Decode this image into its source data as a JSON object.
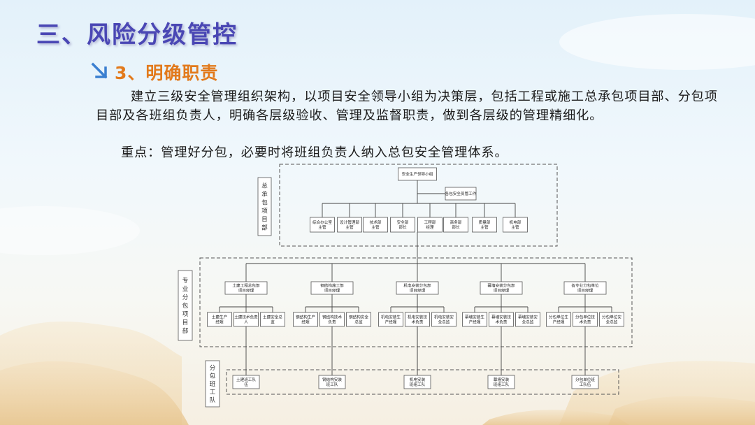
{
  "title": "三、风险分级管控",
  "subtitle": "3、明确职责",
  "para1": "建立三级安全管理组织架构，以项目安全领导小组为决策层，包括工程或施工总承包项目部、分包项目部及各班组负责人，明确各层级验收、管理及监督职责，做到各层级的管理精细化。",
  "para2": "重点：管理好分包，必要时将班组负责人纳入总包安全管理体系。",
  "colors": {
    "title": "#4a47b4",
    "subtitle": "#e27a1c",
    "arrow": "#3a7fd0"
  },
  "org": {
    "group_labels": [
      {
        "id": "g1",
        "text": "总承包项目部"
      },
      {
        "id": "g2",
        "text": "专业分包项目部"
      },
      {
        "id": "g3",
        "text": "分包班工队"
      }
    ],
    "root": "安全生产领导小组",
    "side": "各包安全员管工作",
    "departments": [
      [
        "综合办公室",
        "主管"
      ],
      [
        "设计管理部",
        "主管"
      ],
      [
        "技术部",
        "主管"
      ],
      [
        "安全部",
        "部长"
      ],
      [
        "工程部",
        "经理"
      ],
      [
        "商务部",
        "部长"
      ],
      [
        "质量部",
        "主管"
      ],
      [
        "机电部",
        "主管"
      ]
    ],
    "subcontractors": [
      {
        "title": [
          "土建工程总包部",
          "项目经理"
        ],
        "roles": [
          [
            "土建生产",
            "经理"
          ],
          [
            "土建技术负责",
            "人"
          ],
          [
            "土建安全总",
            "监"
          ]
        ],
        "team": [
          "土建班工队",
          "伍"
        ]
      },
      {
        "title": [
          "钢结构施工部",
          "项目经理"
        ],
        "roles": [
          [
            "钢结构生产",
            "经理"
          ],
          [
            "钢结构技术",
            "负责"
          ],
          [
            "钢结构安全",
            "总监"
          ]
        ],
        "team": [
          "钢结构安装",
          "班工队"
        ]
      },
      {
        "title": [
          "机电安装分包部",
          "项目经理"
        ],
        "roles": [
          [
            "机电安装生",
            "产经理"
          ],
          [
            "机电安装技",
            "术负责"
          ],
          [
            "机电安装安",
            "全总监"
          ]
        ],
        "team": [
          "机电安装",
          "班组工队"
        ]
      },
      {
        "title": [
          "幕墙安装分包部",
          "项目经理"
        ],
        "roles": [
          [
            "幕墙安装生",
            "产经理"
          ],
          [
            "幕墙安装技",
            "术负责"
          ],
          [
            "幕墙安装安",
            "全总监"
          ]
        ],
        "team": [
          "幕墙安装",
          "班组工队"
        ]
      },
      {
        "title": [
          "各专业分包单位",
          "项目经理"
        ],
        "roles": [
          [
            "分包单位生",
            "产经理"
          ],
          [
            "分包单位技",
            "术负责"
          ],
          [
            "分包单位安",
            "全总监"
          ]
        ],
        "team": [
          "分包单位班",
          "工队伍"
        ]
      }
    ]
  }
}
